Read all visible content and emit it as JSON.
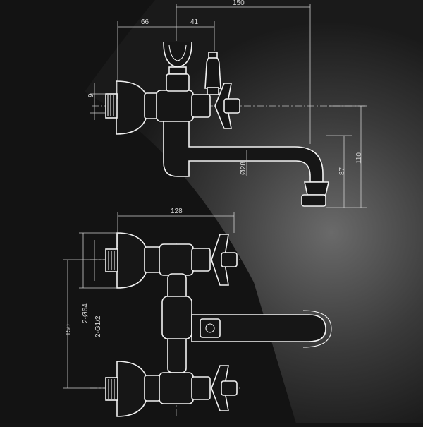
{
  "dimensions": {
    "top_view": {
      "d66": "66",
      "d41": "41",
      "d150": "150",
      "d9": "9",
      "d28": "Ø28",
      "d87": "87",
      "d110": "110"
    },
    "front_view": {
      "d128": "128",
      "d150": "150",
      "d64": "2-Ø64",
      "g12": "2-G1/2"
    }
  },
  "colors": {
    "background_dark": "#141414",
    "background_light": "#5a5a5a",
    "line": "#f2f2f2"
  }
}
